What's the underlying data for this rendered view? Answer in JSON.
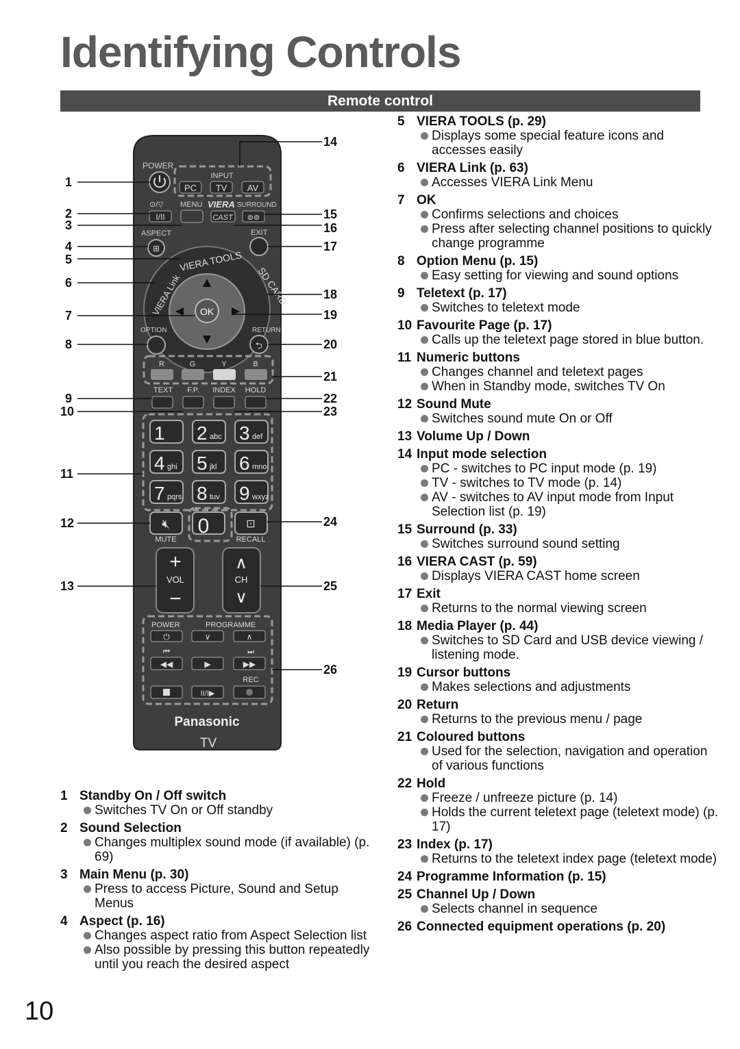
{
  "page": {
    "title": "Identifying Controls",
    "section": "Remote control",
    "page_number": "10"
  },
  "remote": {
    "power": "POWER",
    "input": "INPUT",
    "pc": "PC",
    "tv": "TV",
    "av": "AV",
    "sound_sel": "⊙/▽",
    "menu": "MENU",
    "viera": "VIERA",
    "surround": "SURROUND",
    "one_two": "I/II",
    "cast": "CAST",
    "aspect": "ASPECT",
    "exit": "EXIT",
    "viera_tools": "VIERA TOOLS",
    "viera_link": "VIERA Link",
    "sd_card": "SD CARD",
    "ok": "OK",
    "option": "OPTION",
    "return": "RETURN",
    "r": "R",
    "g": "G",
    "y": "Y",
    "b": "B",
    "text": "TEXT",
    "fp": "F.P.",
    "index": "INDEX",
    "hold": "HOLD",
    "mute": "MUTE",
    "recall": "RECALL",
    "vol": "VOL",
    "ch": "CH",
    "power2": "POWER",
    "programme": "PROGRAMME",
    "rec": "REC",
    "brand": "Panasonic",
    "model": "TV",
    "keys": [
      {
        "d": "1",
        "s": ""
      },
      {
        "d": "2",
        "s": "abc"
      },
      {
        "d": "3",
        "s": "def"
      },
      {
        "d": "4",
        "s": "ghi"
      },
      {
        "d": "5",
        "s": "jkl"
      },
      {
        "d": "6",
        "s": "mno"
      },
      {
        "d": "7",
        "s": "pqrs"
      },
      {
        "d": "8",
        "s": "tuv"
      },
      {
        "d": "9",
        "s": "wxyz"
      }
    ],
    "zero": "0",
    "callouts_left": [
      "1",
      "2",
      "3",
      "4",
      "5",
      "6",
      "7",
      "8",
      "9",
      "10",
      "11",
      "12",
      "13"
    ],
    "callouts_right": [
      "14",
      "15",
      "16",
      "17",
      "18",
      "19",
      "20",
      "21",
      "22",
      "23",
      "24",
      "25",
      "26"
    ]
  },
  "left_items": [
    {
      "num": "1",
      "title": "Standby On / Off switch",
      "bullets": [
        "Switches TV On or Off standby"
      ]
    },
    {
      "num": "2",
      "title": "Sound Selection",
      "bullets": [
        "Changes multiplex sound mode (if available) (p. 69)"
      ]
    },
    {
      "num": "3",
      "title": "Main Menu (p. 30)",
      "bullets": [
        "Press to access Picture, Sound and Setup Menus"
      ]
    },
    {
      "num": "4",
      "title": "Aspect (p. 16)",
      "bullets": [
        "Changes aspect ratio from Aspect Selection list",
        "Also possible by pressing this button repeatedly until you reach the desired aspect"
      ]
    }
  ],
  "right_items": [
    {
      "num": "5",
      "title": "VIERA TOOLS (p. 29)",
      "bullets": [
        "Displays some special feature icons and accesses easily"
      ]
    },
    {
      "num": "6",
      "title": "VIERA Link (p. 63)",
      "bullets": [
        "Accesses VIERA Link Menu"
      ]
    },
    {
      "num": "7",
      "title": "OK",
      "bullets": [
        "Confirms selections and choices",
        "Press after selecting channel positions to quickly change programme"
      ]
    },
    {
      "num": "8",
      "title": "Option Menu (p. 15)",
      "bullets": [
        "Easy setting for viewing and sound options"
      ]
    },
    {
      "num": "9",
      "title": "Teletext (p. 17)",
      "bullets": [
        "Switches to teletext mode"
      ]
    },
    {
      "num": "10",
      "title": "Favourite Page (p. 17)",
      "bullets": [
        "Calls up the teletext page stored in blue button."
      ]
    },
    {
      "num": "11",
      "title": "Numeric buttons",
      "bullets": [
        "Changes channel and teletext pages",
        "When in Standby mode, switches TV On"
      ]
    },
    {
      "num": "12",
      "title": "Sound Mute",
      "bullets": [
        "Switches sound mute On or Off"
      ]
    },
    {
      "num": "13",
      "title": "Volume Up / Down",
      "bullets": []
    },
    {
      "num": "14",
      "title": "Input mode selection",
      "bullets": [
        "PC - switches to PC input mode (p. 19)",
        "TV - switches to TV mode (p. 14)",
        "AV - switches to AV input mode from Input Selection list (p. 19)"
      ]
    },
    {
      "num": "15",
      "title": "Surround (p. 33)",
      "bullets": [
        "Switches surround sound setting"
      ]
    },
    {
      "num": "16",
      "title": "VIERA CAST (p. 59)",
      "bullets": [
        "Displays VIERA CAST home screen"
      ]
    },
    {
      "num": "17",
      "title": "Exit",
      "bullets": [
        "Returns to the normal viewing screen"
      ]
    },
    {
      "num": "18",
      "title": "Media Player (p. 44)",
      "bullets": [
        "Switches to SD Card and USB device viewing / listening mode."
      ]
    },
    {
      "num": "19",
      "title": "Cursor buttons",
      "bullets": [
        "Makes selections and adjustments"
      ]
    },
    {
      "num": "20",
      "title": "Return",
      "bullets": [
        "Returns to the previous menu / page"
      ]
    },
    {
      "num": "21",
      "title": "Coloured buttons",
      "bullets": [
        "Used for the selection, navigation and operation of various functions"
      ]
    },
    {
      "num": "22",
      "title": "Hold",
      "bullets": [
        "Freeze / unfreeze picture (p. 14)",
        "Holds the current teletext page (teletext mode) (p. 17)"
      ]
    },
    {
      "num": "23",
      "title": "Index (p. 17)",
      "bullets": [
        "Returns to the teletext index page (teletext mode)"
      ]
    },
    {
      "num": "24",
      "title": "Programme Information (p. 15)",
      "bullets": []
    },
    {
      "num": "25",
      "title": "Channel Up / Down",
      "bullets": [
        "Selects channel in sequence"
      ]
    },
    {
      "num": "26",
      "title": "Connected equipment operations (p. 20)",
      "bullets": []
    }
  ]
}
